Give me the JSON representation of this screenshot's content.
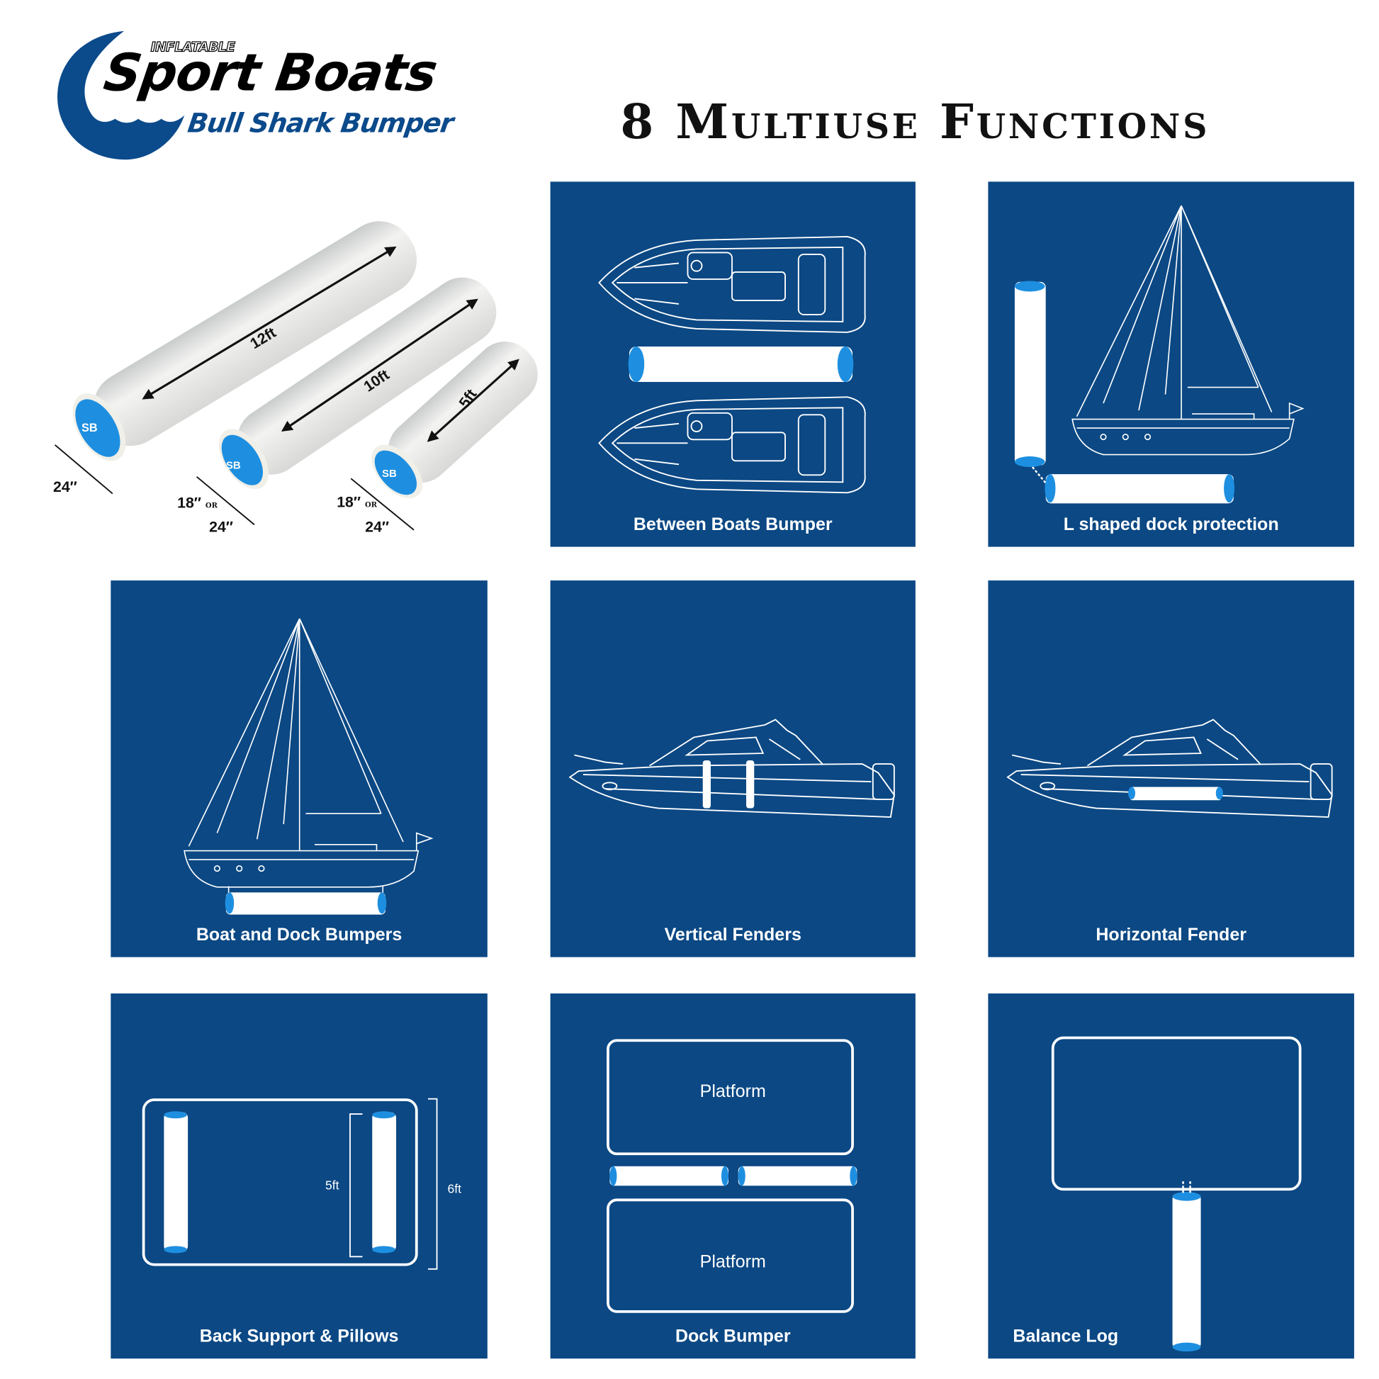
{
  "logo": {
    "inflatable": "INFLATABLE",
    "brand": "Sport Boats",
    "product": "Bull Shark Bumper"
  },
  "title": "8 Multiuse Functions",
  "products": {
    "sizes": [
      {
        "length": "12ft",
        "diameter": "24″",
        "diameter_alt": ""
      },
      {
        "length": "10ft",
        "diameter": "18″",
        "or": "OR",
        "diameter_alt": "24″"
      },
      {
        "length": "5ft",
        "diameter": "18″",
        "or": "OR",
        "diameter_alt": "24″"
      }
    ],
    "end_logo": "SB"
  },
  "functions": [
    {
      "label": "Between Boats Bumper"
    },
    {
      "label": "L shaped dock protection"
    },
    {
      "label": "Boat and Dock Bumpers"
    },
    {
      "label": "Vertical Fenders"
    },
    {
      "label": "Horizontal Fender"
    },
    {
      "label": "Back Support & Pillows",
      "inner_dim": "5ft",
      "outer_dim": "6ft"
    },
    {
      "label": "Dock Bumper",
      "platform_top": "Platform",
      "platform_bottom": "Platform"
    },
    {
      "label": "Balance Log"
    }
  ],
  "colors": {
    "panel": "#0b4884",
    "bumper_end": "#1e8fe0",
    "brand_blue": "#0b4a8b"
  }
}
